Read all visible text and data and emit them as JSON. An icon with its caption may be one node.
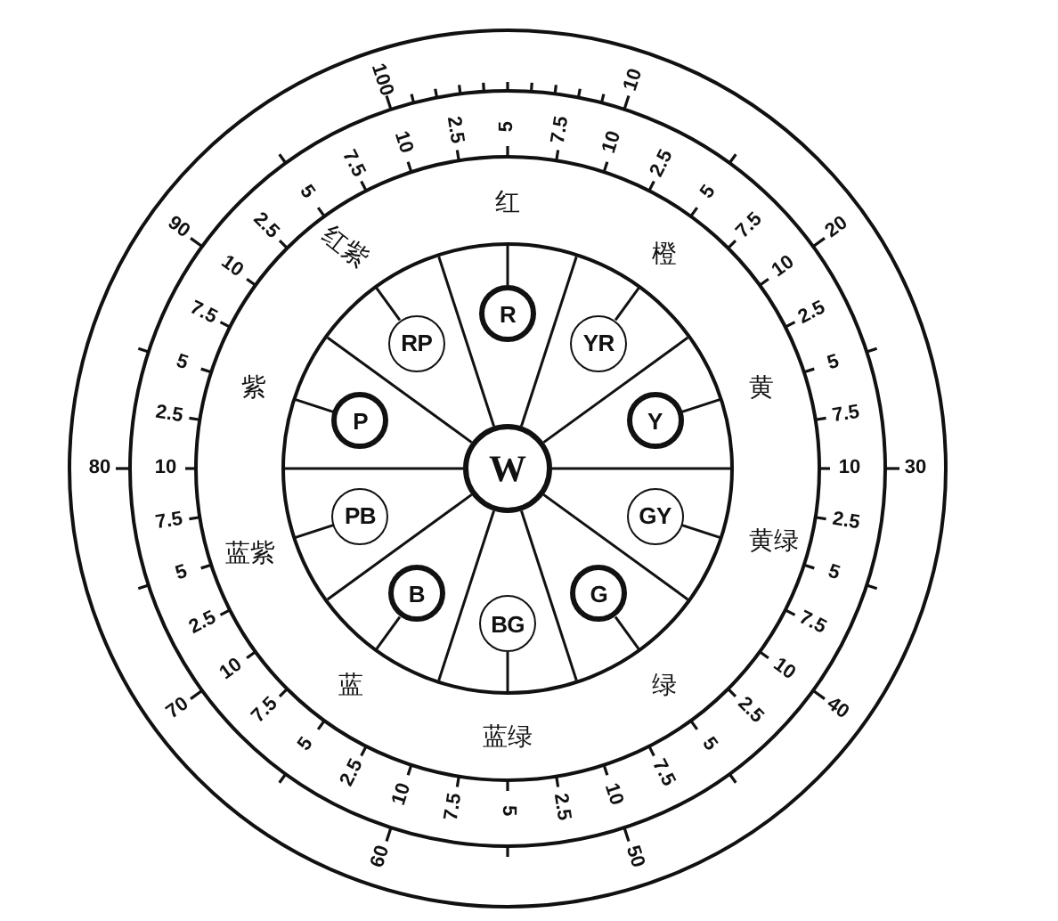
{
  "diagram": {
    "nodes": [
      {
        "text": [
          "R"
        ]
      },
      {
        "text": [
          "YR"
        ]
      },
      {
        "text": [
          "Y"
        ]
      },
      {
        "text": [
          "GY"
        ]
      },
      {
        "text": [
          "G"
        ]
      },
      {
        "text": [
          "BG"
        ]
      },
      {
        "text": [
          "B"
        ]
      },
      {
        "text": [
          "PB"
        ]
      },
      {
        "text": [
          "P"
        ]
      },
      {
        "text": [
          "RP"
        ]
      },
      {
        "text": [
          "W"
        ]
      }
    ],
    "edges": [
      {
        "from": 0,
        "to": null,
        "arrow": "none"
      },
      {
        "from": 1,
        "to": null,
        "arrow": "none"
      },
      {
        "from": 2,
        "to": null,
        "arrow": "none"
      },
      {
        "from": 3,
        "to": null,
        "arrow": "none"
      },
      {
        "from": 4,
        "to": null,
        "arrow": "none"
      },
      {
        "from": 5,
        "to": null,
        "arrow": "none"
      },
      {
        "from": 6,
        "to": null,
        "arrow": "none"
      },
      {
        "from": 7,
        "to": null,
        "arrow": "none"
      },
      {
        "from": 8,
        "to": null,
        "arrow": "none"
      },
      {
        "from": 9,
        "to": null,
        "arrow": "none"
      }
    ],
    "labels": [
      "10",
      "20",
      "30",
      "40",
      "50",
      "60",
      "70",
      "80",
      "90",
      "100",
      "2.5",
      "5",
      "7.5",
      "10",
      "2.5",
      "5",
      "7.5",
      "10",
      "2.5",
      "5",
      "7.5",
      "10",
      "2.5",
      "5",
      "7.5",
      "10",
      "2.5",
      "5",
      "7.5",
      "10",
      "2.5",
      "5",
      "7.5",
      "10",
      "2.5",
      "5",
      "7.5",
      "10",
      "2.5",
      "5",
      "7.5",
      "10",
      "2.5",
      "5",
      "7.5",
      "10",
      "2.5",
      "5",
      "7.5",
      "10",
      "红",
      "橙",
      "黄",
      "黄绿",
      "绿",
      "蓝绿",
      "蓝",
      "蓝紫",
      "紫",
      "红紫"
    ]
  }
}
